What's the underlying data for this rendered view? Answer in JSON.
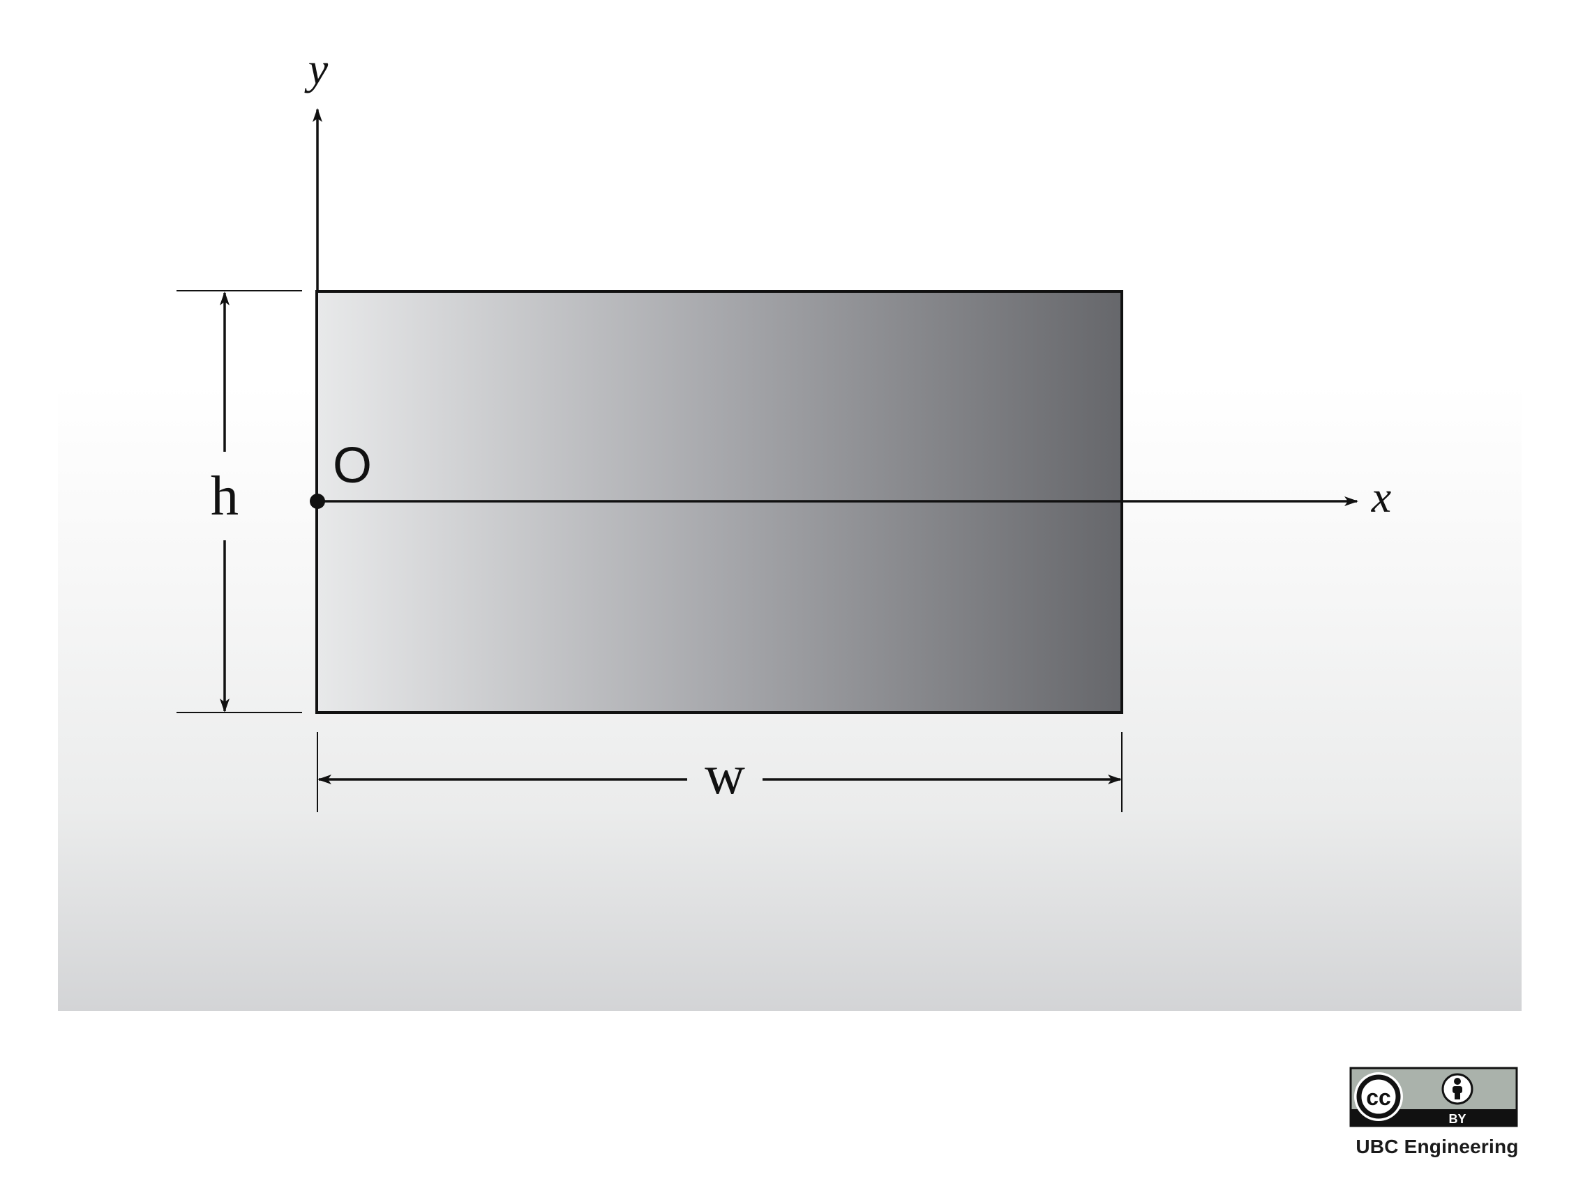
{
  "diagram": {
    "labels": {
      "y_axis": "y",
      "x_axis": "x",
      "origin": "O",
      "height": "h",
      "width": "w"
    }
  },
  "license": {
    "cc_text": "cc",
    "by_text": "BY",
    "icon_names": [
      "creative-commons-icon",
      "attribution-person-icon"
    ]
  },
  "credit": {
    "text": "UBC Engineering"
  },
  "colors": {
    "rect_light": "#e8e9ea",
    "rect_dark": "#66676b",
    "background_bottom": "#d3d4d6",
    "ink": "#111111"
  }
}
